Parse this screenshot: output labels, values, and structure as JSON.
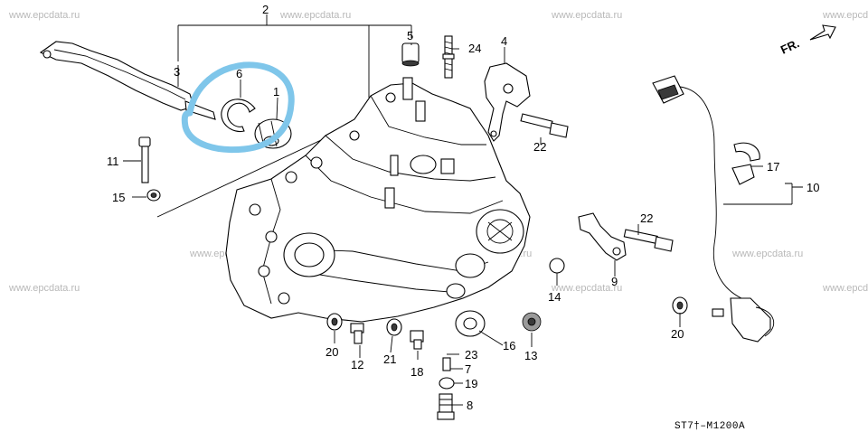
{
  "watermark": "www.epcdata.ru",
  "direction_label": "FR.",
  "diagram_code": "ST7†–M1200A",
  "callouts": {
    "c1": "1",
    "c2": "2",
    "c3": "3",
    "c4": "4",
    "c5": "5",
    "c6": "6",
    "c7": "7",
    "c8": "8",
    "c9": "9",
    "c10": "10",
    "c11": "11",
    "c12": "12",
    "c13": "13",
    "c14": "14",
    "c15": "15",
    "c16": "16",
    "c17": "17",
    "c18": "18",
    "c19": "19",
    "c20a": "20",
    "c20b": "20",
    "c21": "21",
    "c22a": "22",
    "c22b": "22",
    "c23": "23",
    "c24": "24"
  },
  "highlight_color": "#7fc6ea"
}
